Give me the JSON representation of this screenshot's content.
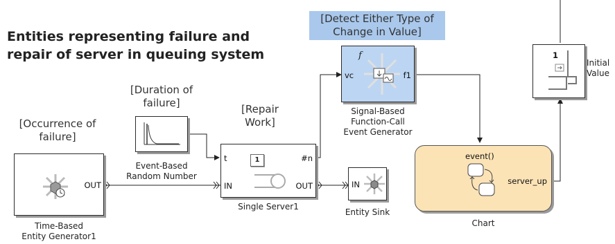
{
  "title_lines": [
    "Entities representing failure and",
    "repair of server in queuing system"
  ],
  "annotations": {
    "occurrence": [
      "[Occurrence of",
      "failure]"
    ],
    "duration": [
      "[Duration of",
      "failure]"
    ],
    "repair": [
      "[Repair",
      "Work]"
    ],
    "detect": [
      "[Detect Either Type of",
      "Change in Value]"
    ]
  },
  "blocks": {
    "entity_generator": {
      "label": [
        "Time-Based",
        "Entity Generator1"
      ],
      "port_out": "OUT"
    },
    "random_number": {
      "label": [
        "Event-Based",
        "Random Number"
      ]
    },
    "single_server": {
      "label": "Single Server1",
      "port_t": "t",
      "port_n": "#n",
      "port_in": "IN",
      "port_out": "OUT",
      "capacity": "1"
    },
    "entity_sink": {
      "label": "Entity Sink",
      "port_in": "IN"
    },
    "fcn_call_generator": {
      "label": [
        "Signal-Based",
        "Function-Call",
        "Event Generator"
      ],
      "port_vc": "vc",
      "port_f1": "f1",
      "glyph_f": "f"
    },
    "chart": {
      "label": "Chart",
      "event": "event()",
      "output": "server_up"
    },
    "initial_value": {
      "label": [
        "Initial",
        "Value"
      ],
      "value": "1"
    }
  },
  "colors": {
    "highlight": "#a9c8ec",
    "chart_fill": "#fbe3b6",
    "chart_border": "#555555",
    "fcn_fill": "#bcd5f2"
  }
}
